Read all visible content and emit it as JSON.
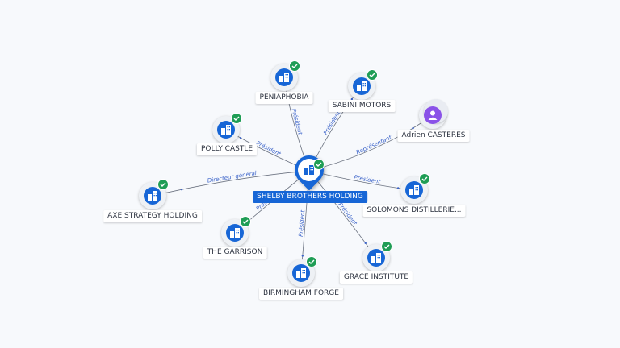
{
  "center": {
    "name": "SHELBY BROTHERS HOLDING"
  },
  "nodes": [
    {
      "id": "peniaphobia",
      "name": "PENIAPHOBIA",
      "kind": "company"
    },
    {
      "id": "sabini",
      "name": "SABINI MOTORS",
      "kind": "company"
    },
    {
      "id": "adrien",
      "name": "Adrien CASTERES",
      "kind": "person"
    },
    {
      "id": "polly",
      "name": "POLLY CASTLE",
      "kind": "company"
    },
    {
      "id": "axe",
      "name": "AXE STRATEGY HOLDING",
      "kind": "company"
    },
    {
      "id": "solomons",
      "name": "SOLOMONS DISTILLERIE...",
      "kind": "company"
    },
    {
      "id": "garrison",
      "name": "THE GARRISON",
      "kind": "company"
    },
    {
      "id": "birmingham",
      "name": "BIRMINGHAM FORGE",
      "kind": "company"
    },
    {
      "id": "grace",
      "name": "GRACE INSTITUTE",
      "kind": "company"
    }
  ],
  "edges": [
    {
      "to": "peniaphobia",
      "label": "Président"
    },
    {
      "to": "sabini",
      "label": "Président"
    },
    {
      "to": "adrien",
      "label": "Représentant"
    },
    {
      "to": "polly",
      "label": "Président"
    },
    {
      "to": "axe",
      "label": "Directeur général"
    },
    {
      "to": "solomons",
      "label": "Président"
    },
    {
      "to": "garrison",
      "label": "Président"
    },
    {
      "to": "birmingham",
      "label": "Président"
    },
    {
      "to": "grace",
      "label": "Président"
    }
  ]
}
